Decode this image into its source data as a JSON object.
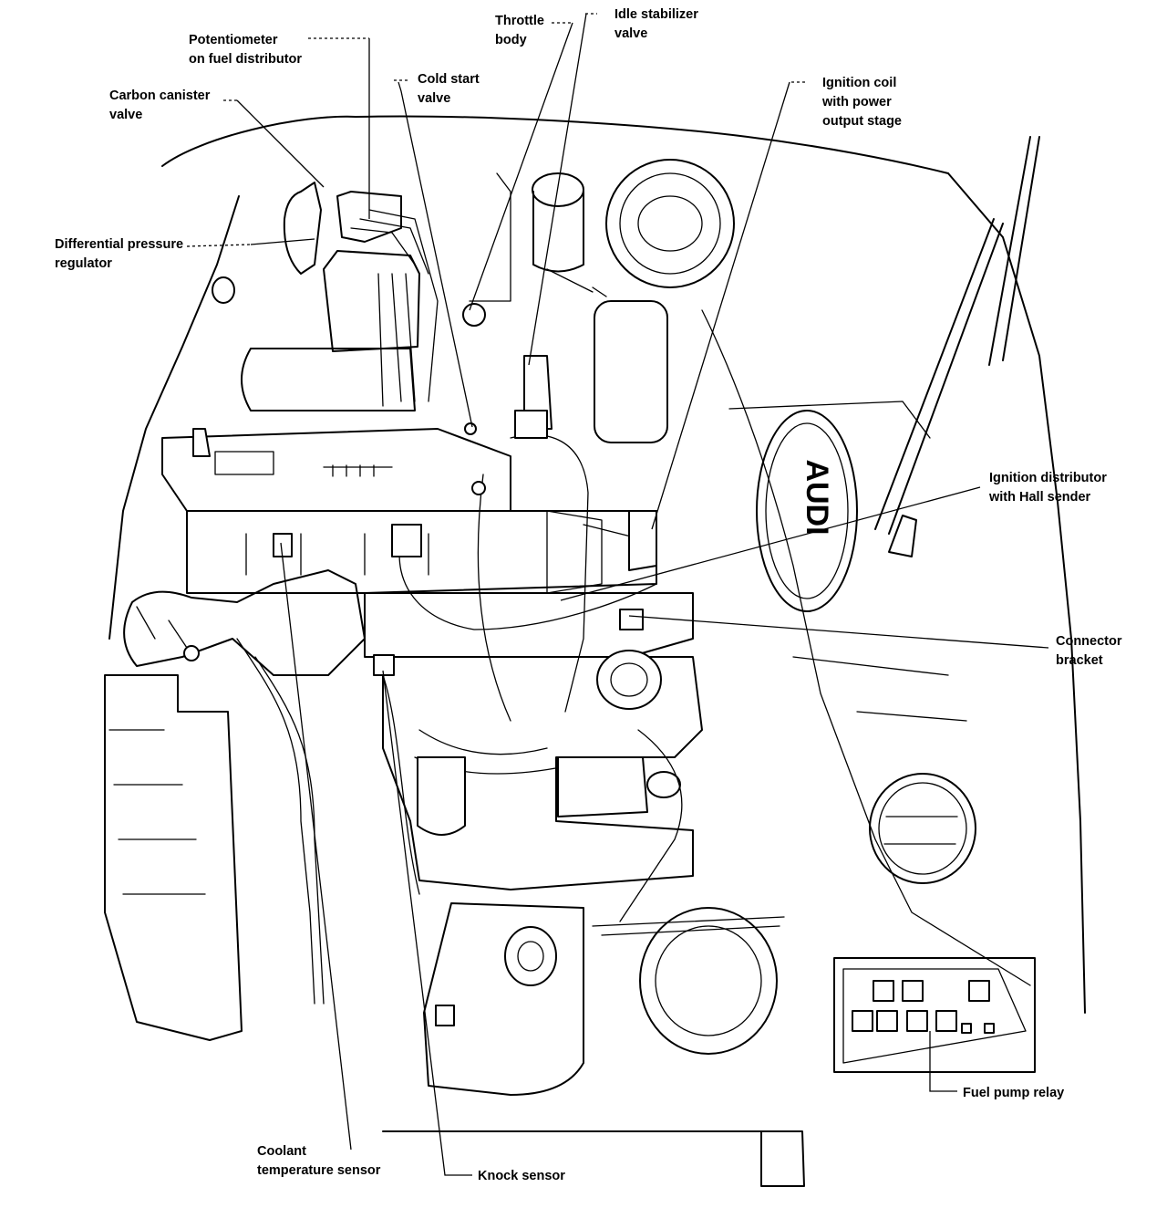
{
  "labels": {
    "potentiometer": [
      "Potentiometer",
      "on fuel distributor"
    ],
    "carbon_canister": [
      "Carbon canister",
      "valve"
    ],
    "differential_pressure": [
      "Differential pressure",
      "regulator"
    ],
    "cold_start": [
      "Cold start",
      "valve"
    ],
    "throttle_body": [
      "Throttle",
      "body"
    ],
    "idle_stabilizer": [
      "Idle stabilizer",
      "valve"
    ],
    "ignition_coil": [
      "Ignition coil",
      "with power",
      "output stage"
    ],
    "ignition_distributor": [
      "Ignition distributor",
      "with Hall sender"
    ],
    "connector_bracket": [
      "Connector",
      "bracket"
    ],
    "fuel_pump_relay": [
      "Fuel pump relay"
    ],
    "coolant_sensor": [
      "Coolant",
      "temperature sensor"
    ],
    "knock_sensor": [
      "Knock sensor"
    ]
  },
  "badge_text": "AUDI"
}
